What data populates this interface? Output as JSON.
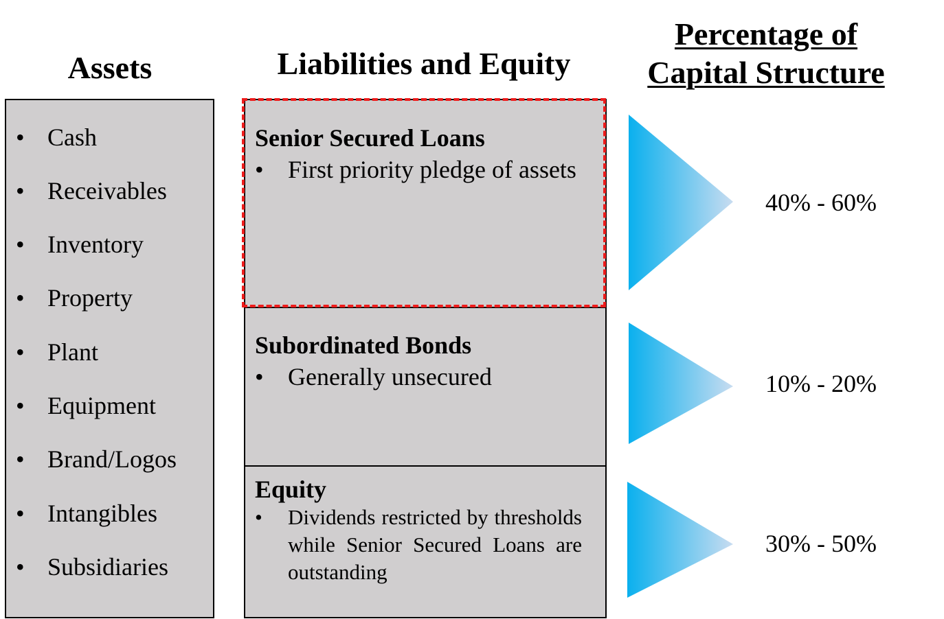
{
  "headings": {
    "assets": "Assets",
    "liabilities_equity": "Liabilities and Equity",
    "percentage_line1": "Percentage of",
    "percentage_line2": "Capital Structure"
  },
  "assets": {
    "bullet": "•",
    "items": [
      "Cash",
      "Receivables",
      "Inventory",
      "Property",
      "Plant",
      "Equipment",
      "Brand/Logos",
      "Intangibles",
      "Subsidiaries"
    ]
  },
  "liabilities": {
    "senior": {
      "title": "Senior Secured Loans",
      "bullet": "•",
      "text": "First priority pledge of assets",
      "highlight_color": "#ee1c1c"
    },
    "subordinated": {
      "title": "Subordinated Bonds",
      "bullet": "•",
      "text": "Generally unsecured"
    },
    "equity": {
      "title": "Equity",
      "bullet": "•",
      "text": "Dividends restricted by thresholds while Senior Secured Loans are outstanding"
    }
  },
  "percentages": {
    "senior": "40% - 60%",
    "subordinated": "10% - 20%",
    "equity": "30% - 50%"
  },
  "colors": {
    "box_fill": "#d0cecf",
    "arrow_start": "#0ab0ee",
    "arrow_end": "#c8dcf0"
  }
}
